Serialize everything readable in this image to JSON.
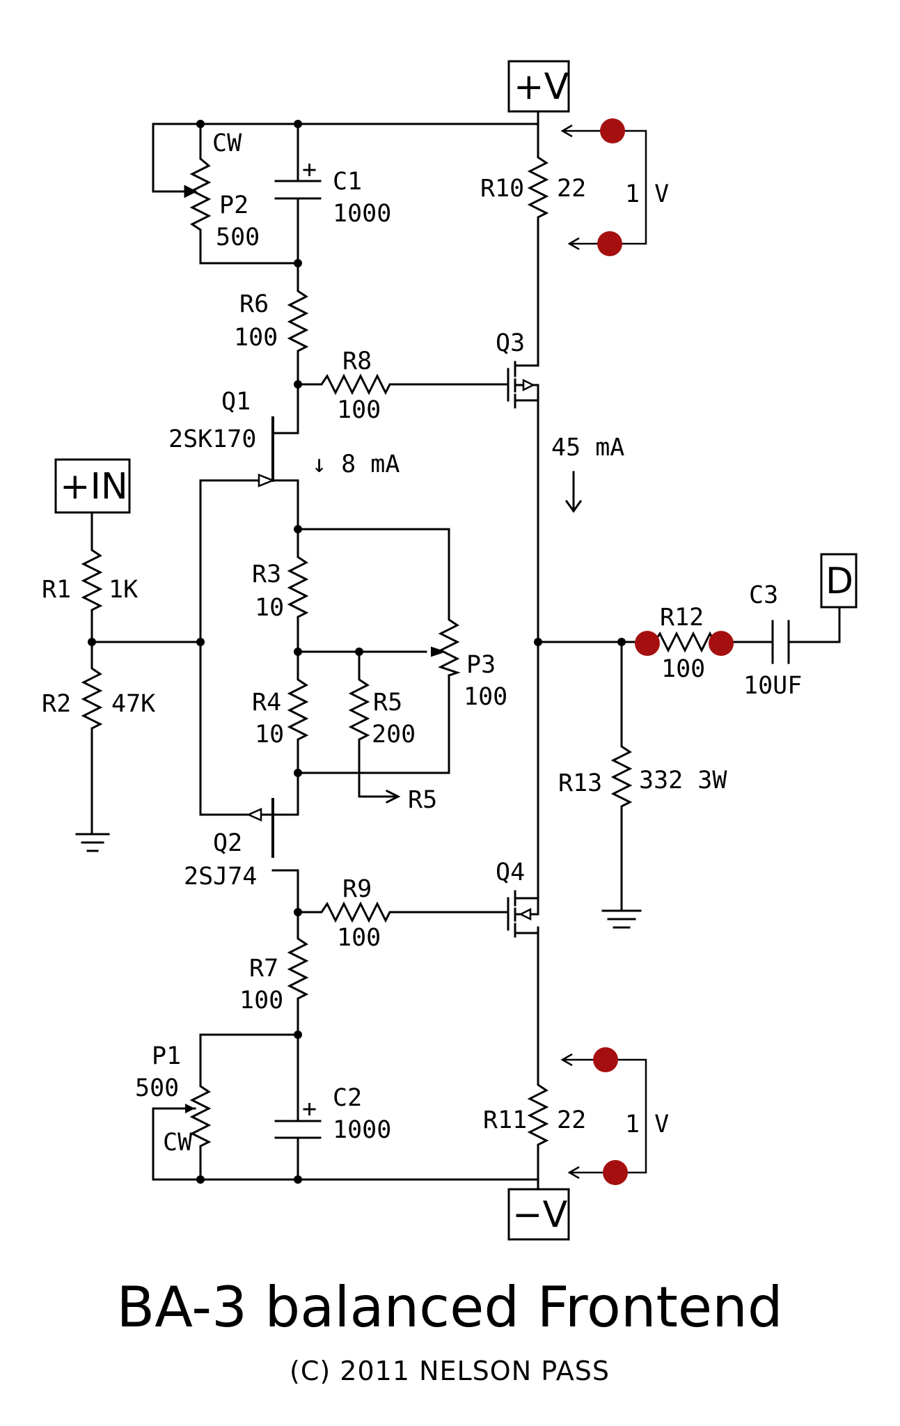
{
  "title": "BA-3 balanced Frontend",
  "copyright": "(C) 2011 NELSON PASS",
  "terminals": {
    "vplus": "+V",
    "vminus": "−V",
    "input": "+IN",
    "output": "D"
  },
  "components": {
    "P2": {
      "ref": "P2",
      "value": "500",
      "cw": "CW"
    },
    "C1": {
      "ref": "C1",
      "value": "1000",
      "polarity": "+"
    },
    "R10": {
      "ref": "R10",
      "value": "22"
    },
    "R6": {
      "ref": "R6",
      "value": "100"
    },
    "R8": {
      "ref": "R8",
      "value": "100"
    },
    "Q3": {
      "ref": "Q3"
    },
    "Q1": {
      "ref": "Q1",
      "part": "2SK170"
    },
    "R1": {
      "ref": "R1",
      "value": "1K"
    },
    "R2": {
      "ref": "R2",
      "value": "47K"
    },
    "R3": {
      "ref": "R3",
      "value": "10"
    },
    "R4": {
      "ref": "R4",
      "value": "10"
    },
    "R5": {
      "ref": "R5",
      "value": "200"
    },
    "P3": {
      "ref": "P3",
      "value": "100"
    },
    "R12": {
      "ref": "R12",
      "value": "100"
    },
    "C3": {
      "ref": "C3",
      "value": "10UF"
    },
    "R13": {
      "ref": "R13",
      "value": "332 3W"
    },
    "Q2": {
      "ref": "Q2",
      "part": "2SJ74"
    },
    "Q4": {
      "ref": "Q4"
    },
    "R9": {
      "ref": "R9",
      "value": "100"
    },
    "R7": {
      "ref": "R7",
      "value": "100"
    },
    "P1": {
      "ref": "P1",
      "value": "500",
      "cw": "CW"
    },
    "C2": {
      "ref": "C2",
      "value": "1000",
      "polarity": "+"
    },
    "R11": {
      "ref": "R11",
      "value": "22"
    }
  },
  "annotations": {
    "i_q1": "↓ 8 mA",
    "i_out": "45 mA",
    "v_top": "1 V",
    "v_bottom": "1 V",
    "r5_label": "R5"
  },
  "colors": {
    "wire": "#000000",
    "probe": "#a50f0f",
    "background": "#ffffff"
  }
}
